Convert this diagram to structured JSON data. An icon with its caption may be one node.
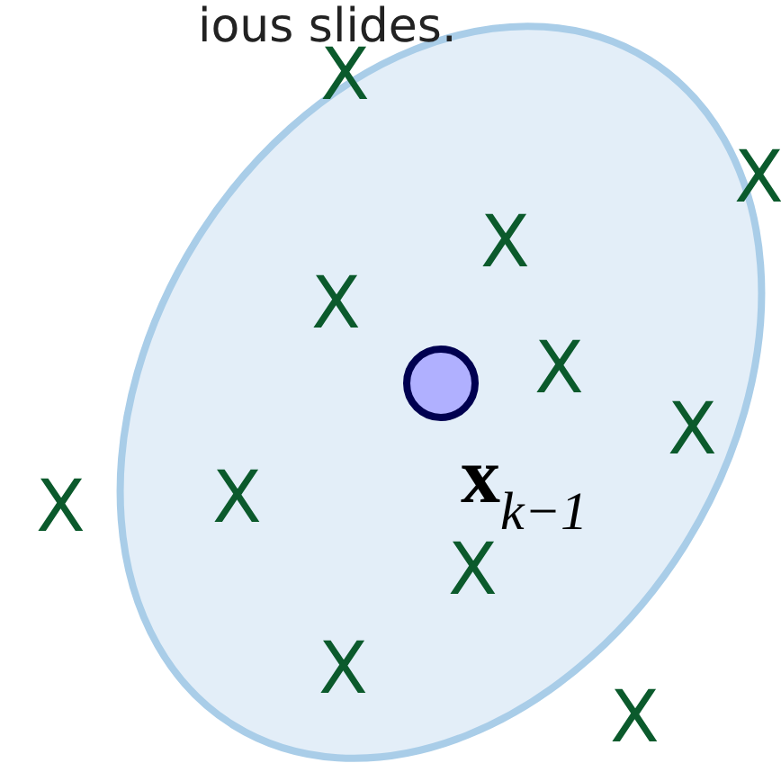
{
  "diagram": {
    "labels": [
      "ious slides.",
      "X",
      "X",
      "X",
      "X",
      "X",
      "X",
      "X",
      "X",
      "X",
      "X",
      "X",
      "**x**$_{k−1}$"
    ]
  }
}
